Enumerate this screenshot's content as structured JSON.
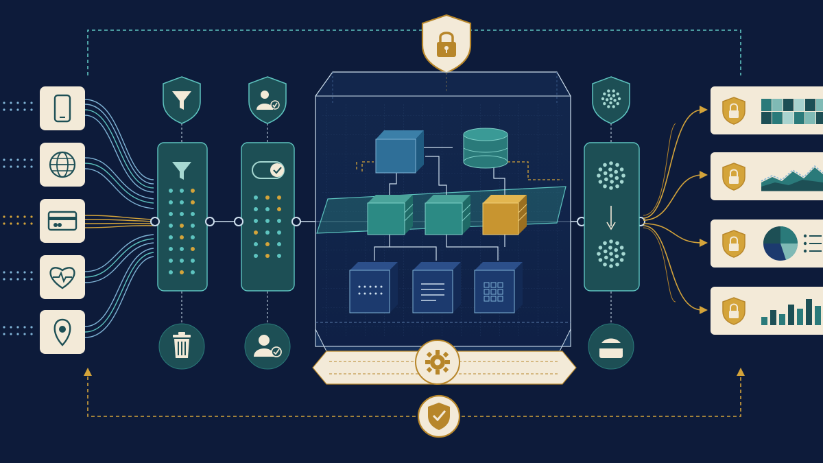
{
  "colors": {
    "background": "#0d1b3a",
    "teal": "#1d4f55",
    "teal_light": "#2a7a7a",
    "teal_stroke": "#5ec4c0",
    "gold": "#d4a43a",
    "gold_dark": "#b7862a",
    "cream": "#f3ead8",
    "navy_block": "#1c3a6e",
    "line_blue": "#7fb3d5",
    "line_light": "#cfe0ee"
  },
  "sources": [
    {
      "icon": "smartphone-icon",
      "accent": "blue"
    },
    {
      "icon": "globe-icon",
      "accent": "blue"
    },
    {
      "icon": "credit-card-icon",
      "accent": "gold"
    },
    {
      "icon": "heart-pulse-icon",
      "accent": "blue"
    },
    {
      "icon": "location-pin-icon",
      "accent": "blue"
    }
  ],
  "stages": [
    {
      "name": "filter",
      "top_icon": "funnel-icon",
      "panel_icon": "funnel-icon",
      "bottom_icon": "trash-icon"
    },
    {
      "name": "identity-verify",
      "top_icon": "user-check-icon",
      "panel_icon": "toggle-check-icon",
      "bottom_icon": "user-check-icon"
    },
    {
      "name": "anonymize",
      "top_icon": "dot-cluster-icon",
      "panel_icon": "dot-cluster-icon",
      "bottom_icon": "masked-face-icon"
    }
  ],
  "core": {
    "top_icon": "padlock-icon",
    "base_icon": "gear-icon",
    "nodes": [
      "cube-icon",
      "database-icon",
      "cube-icon",
      "cube-icon",
      "cube-icon-gold",
      "grid-cube-icon",
      "list-cube-icon",
      "matrix-cube-icon"
    ]
  },
  "outputs": [
    {
      "badge_icon": "shield-lock-icon",
      "visual": "heatmap-icon"
    },
    {
      "badge_icon": "shield-lock-icon",
      "visual": "area-chart-icon"
    },
    {
      "badge_icon": "shield-lock-icon",
      "visual": "pie-chart-icon"
    },
    {
      "badge_icon": "shield-lock-icon",
      "visual": "bar-chart-icon"
    }
  ],
  "feedback_icon": "shield-check-icon"
}
